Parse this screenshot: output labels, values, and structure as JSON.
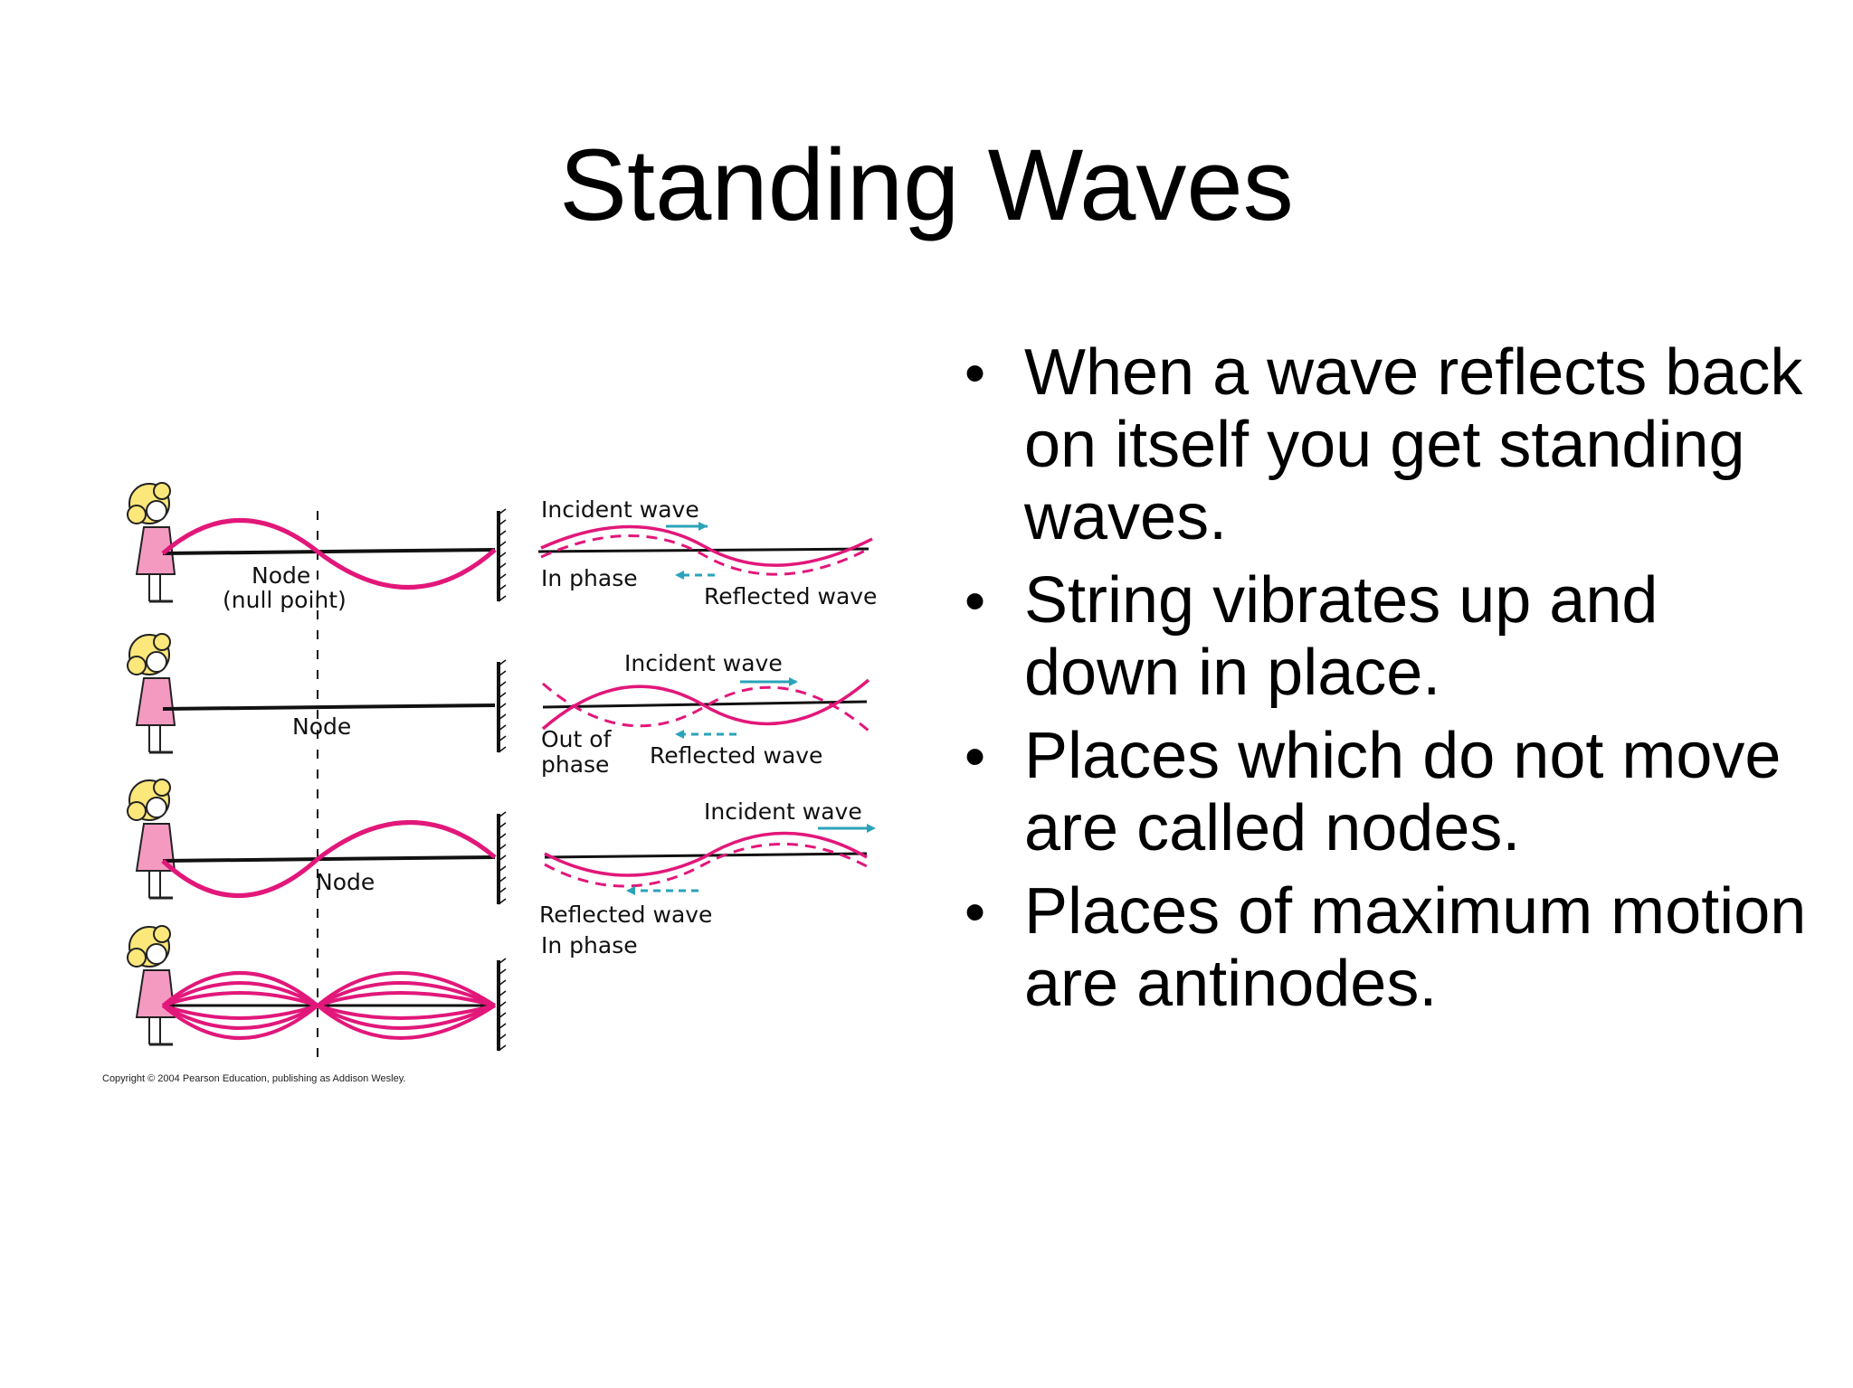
{
  "slide": {
    "title": "Standing Waves",
    "bullets": [
      "When a wave reflects back on itself you get standing waves.",
      "String vibrates up and down in place.",
      "Places which do not move are called nodes.",
      "Places of maximum motion are antinodes."
    ]
  },
  "figure": {
    "labels": {
      "node_null": "Node",
      "null_point": "(null point)",
      "node": "Node",
      "incident_wave": "Incident wave",
      "reflected_wave": "Reflected wave",
      "in_phase": "In phase",
      "out_of": "Out of",
      "phase": "phase"
    },
    "copyright": "Copyright © 2004 Pearson Education, publishing as Addison Wesley.",
    "colors": {
      "wave": "#e2177a",
      "arrow": "#2aa3b8",
      "girl_dress": "#f49ac1",
      "girl_hair": "#fbe77a"
    }
  }
}
